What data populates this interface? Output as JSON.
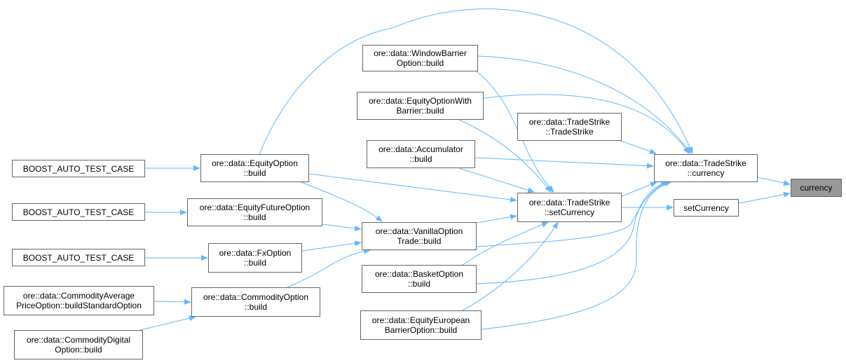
{
  "colors": {
    "edge": "#63b8ff",
    "node_border": "#666666",
    "current_fill": "#999999"
  },
  "nodes": {
    "currency": {
      "l1": "currency"
    },
    "ts_currency": {
      "l1": "ore::data::TradeStrike",
      "l2": "::currency"
    },
    "set_currency": {
      "l1": "setCurrency"
    },
    "ts_set_currency": {
      "l1": "ore::data::TradeStrike",
      "l2": "::setCurrency"
    },
    "ts_tradestrike": {
      "l1": "ore::data::TradeStrike",
      "l2": "::TradeStrike"
    },
    "window_barrier": {
      "l1": "ore::data::WindowBarrier",
      "l2": "Option::build"
    },
    "eq_opt_barrier": {
      "l1": "ore::data::EquityOptionWith",
      "l2": "Barrier::build"
    },
    "accumulator": {
      "l1": "ore::data::Accumulator",
      "l2": "::build"
    },
    "vanilla": {
      "l1": "ore::data::VanillaOption",
      "l2": "Trade::build"
    },
    "basket": {
      "l1": "ore::data::BasketOption",
      "l2": "::build"
    },
    "eq_european": {
      "l1": "ore::data::EquityEuropean",
      "l2": "BarrierOption::build"
    },
    "eq_option": {
      "l1": "ore::data::EquityOption",
      "l2": "::build"
    },
    "eq_future": {
      "l1": "ore::data::EquityFutureOption",
      "l2": "::build"
    },
    "fx_option": {
      "l1": "ore::data::FxOption",
      "l2": "::build"
    },
    "comm_option": {
      "l1": "ore::data::CommodityOption",
      "l2": "::build"
    },
    "boost1": {
      "l1": "BOOST_AUTO_TEST_CASE"
    },
    "boost2": {
      "l1": "BOOST_AUTO_TEST_CASE"
    },
    "boost3": {
      "l1": "BOOST_AUTO_TEST_CASE"
    },
    "comm_avg": {
      "l1": "ore::data::CommodityAverage",
      "l2": "PriceOption::buildStandardOption"
    },
    "comm_digital": {
      "l1": "ore::data::CommodityDigital",
      "l2": "Option::build"
    }
  }
}
